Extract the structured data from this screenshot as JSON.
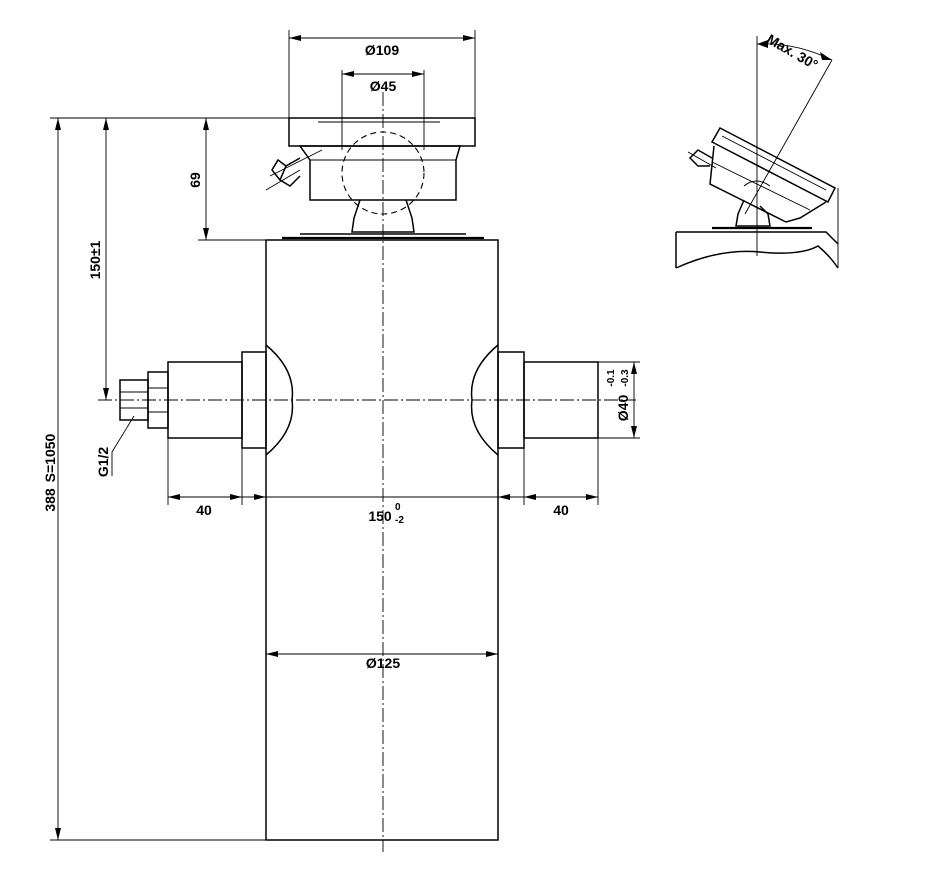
{
  "dimensions": {
    "top_diameter": "Ø109",
    "ball_diameter": "Ø45",
    "head_height": "69",
    "pin_height": "150±1",
    "port_thread": "G1/2",
    "total_length": "388",
    "stroke": "S=1050",
    "pin_length_left": "40",
    "pin_length_right": "40",
    "width_between": "150",
    "width_between_tol_upper": "0",
    "width_between_tol_lower": "-2",
    "pin_diameter": "Ø40",
    "pin_diameter_tol_upper": "-0.1",
    "pin_diameter_tol_lower": "-0.3",
    "body_diameter": "Ø125",
    "tilt_angle": "Max. 30°"
  }
}
